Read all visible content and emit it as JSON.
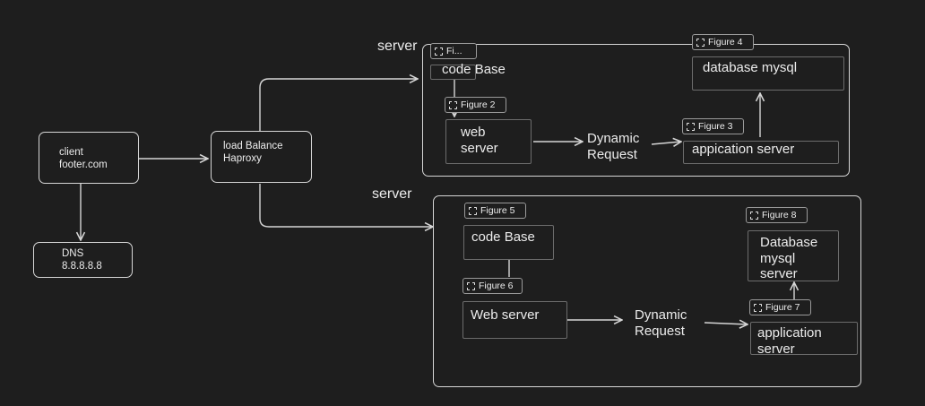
{
  "nodes": {
    "client": [
      "client",
      "footer.com"
    ],
    "dns": [
      "DNS",
      "8.8.8.8.8"
    ],
    "load_balancer": [
      "load Balance",
      "Haproxy"
    ],
    "server1_label": "server",
    "server2_label": "server",
    "s1_code_base": "code Base",
    "s1_web_server": [
      "web",
      "server"
    ],
    "s1_dynamic_request": [
      "Dynamic",
      "Request"
    ],
    "s1_app_server": "appication server",
    "s1_database": "database mysql",
    "s2_code_base": "code Base",
    "s2_web_server": "Web server",
    "s2_dynamic_request": [
      "Dynamic",
      "Request"
    ],
    "s2_app_server": [
      "application",
      "server"
    ],
    "s2_database": [
      "Database",
      "mysql",
      "server"
    ]
  },
  "frames": {
    "fig1": "Fi...",
    "fig2": "Figure 2",
    "fig3": "Figure 3",
    "fig4": "Figure 4",
    "fig5": "Figure 5",
    "fig6": "Figure 6",
    "fig7": "Figure 7",
    "fig8": "Figure 8"
  },
  "colors": {
    "background": "#1e1e1e",
    "stroke": "#d6d6d6",
    "text": "#ececec"
  }
}
